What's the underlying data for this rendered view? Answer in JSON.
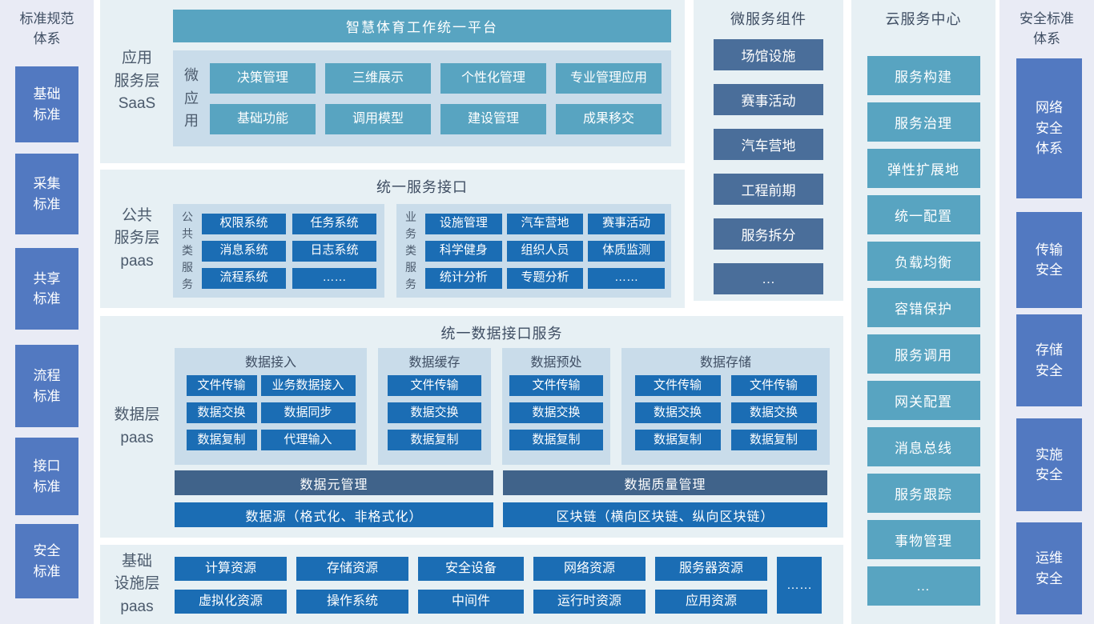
{
  "colors": {
    "teal_box": "#58a4c1",
    "blue_box": "#1b6db4",
    "slate_box": "#4a6e9a",
    "indigo_box": "#5279c1",
    "dark_bar": "#40638a",
    "panel_background": "#e7f0f4",
    "sidebar_background": "#e9ebf5",
    "group_container_background": "#c9dcea",
    "heading_text": "#3f4e63"
  },
  "left_sidebar": {
    "title": "标准规范\n体系",
    "items": [
      "基础\n标准",
      "采集\n标准",
      "共享\n标准",
      "流程\n标准",
      "接口\n标准",
      "安全\n标准"
    ]
  },
  "saas": {
    "layer_label": "应用\n服务层\nSaaS",
    "banner": "智慧体育工作统一平台",
    "group_label": "微\n应\n用",
    "apps": [
      "决策管理",
      "三维展示",
      "个性化管理",
      "专业管理应用",
      "基础功能",
      "调用模型",
      "建设管理",
      "成果移交"
    ]
  },
  "paas": {
    "layer_label": "公共\n服务层\npaas",
    "header": "统一服务接口",
    "public_group": {
      "label": "公\n共\n类\n服\n务",
      "items": [
        "权限系统",
        "任务系统",
        "消息系统",
        "日志系统",
        "流程系统",
        "……"
      ]
    },
    "business_group": {
      "label": "业\n务\n类\n服\n务",
      "items": [
        "设施管理",
        "汽车营地",
        "赛事活动",
        "科学健身",
        "组织人员",
        "体质监测",
        "统计分析",
        "专题分析",
        "……"
      ]
    }
  },
  "data_layer": {
    "layer_label": "数据层\npaas",
    "header": "统一数据接口服务",
    "groups": [
      {
        "title": "数据接入",
        "items": [
          "文件传输",
          "业务数据接入",
          "数据交换",
          "数据同步",
          "数据复制",
          "代理输入"
        ]
      },
      {
        "title": "数据缓存",
        "items": [
          "文件传输",
          "数据交换",
          "数据复制"
        ]
      },
      {
        "title": "数据预处",
        "items": [
          "文件传输",
          "数据交换",
          "数据复制"
        ]
      },
      {
        "title": "数据存储",
        "items": [
          "文件传输",
          "文件传输",
          "数据交换",
          "数据交换",
          "数据复制",
          "数据复制"
        ]
      }
    ],
    "management_bars": [
      "数据元管理",
      "数据质量管理"
    ],
    "source_bars": [
      "数据源（格式化、非格式化）",
      "区块链（横向区块链、纵向区块链）"
    ]
  },
  "infrastructure": {
    "layer_label": "基础\n设施层\npaas",
    "row1": [
      "计算资源",
      "存储资源",
      "安全设备",
      "网络资源",
      "服务器资源"
    ],
    "row2": [
      "虚拟化资源",
      "操作系统",
      "中间件",
      "运行时资源",
      "应用资源"
    ],
    "more": "……"
  },
  "microservices": {
    "title": "微服务组件",
    "items": [
      "场馆设施",
      "赛事活动",
      "汽车营地",
      "工程前期",
      "服务拆分",
      "…"
    ]
  },
  "cloud": {
    "title": "云服务中心",
    "items": [
      "服务构建",
      "服务治理",
      "弹性扩展地",
      "统一配置",
      "负载均衡",
      "容错保护",
      "服务调用",
      "网关配置",
      "消息总线",
      "服务跟踪",
      "事物管理",
      "…"
    ]
  },
  "right_sidebar": {
    "title": "安全标准\n体系",
    "items": [
      "网络\n安全\n体系",
      "传输\n安全",
      "存储\n安全",
      "实施\n安全",
      "运维\n安全"
    ]
  }
}
